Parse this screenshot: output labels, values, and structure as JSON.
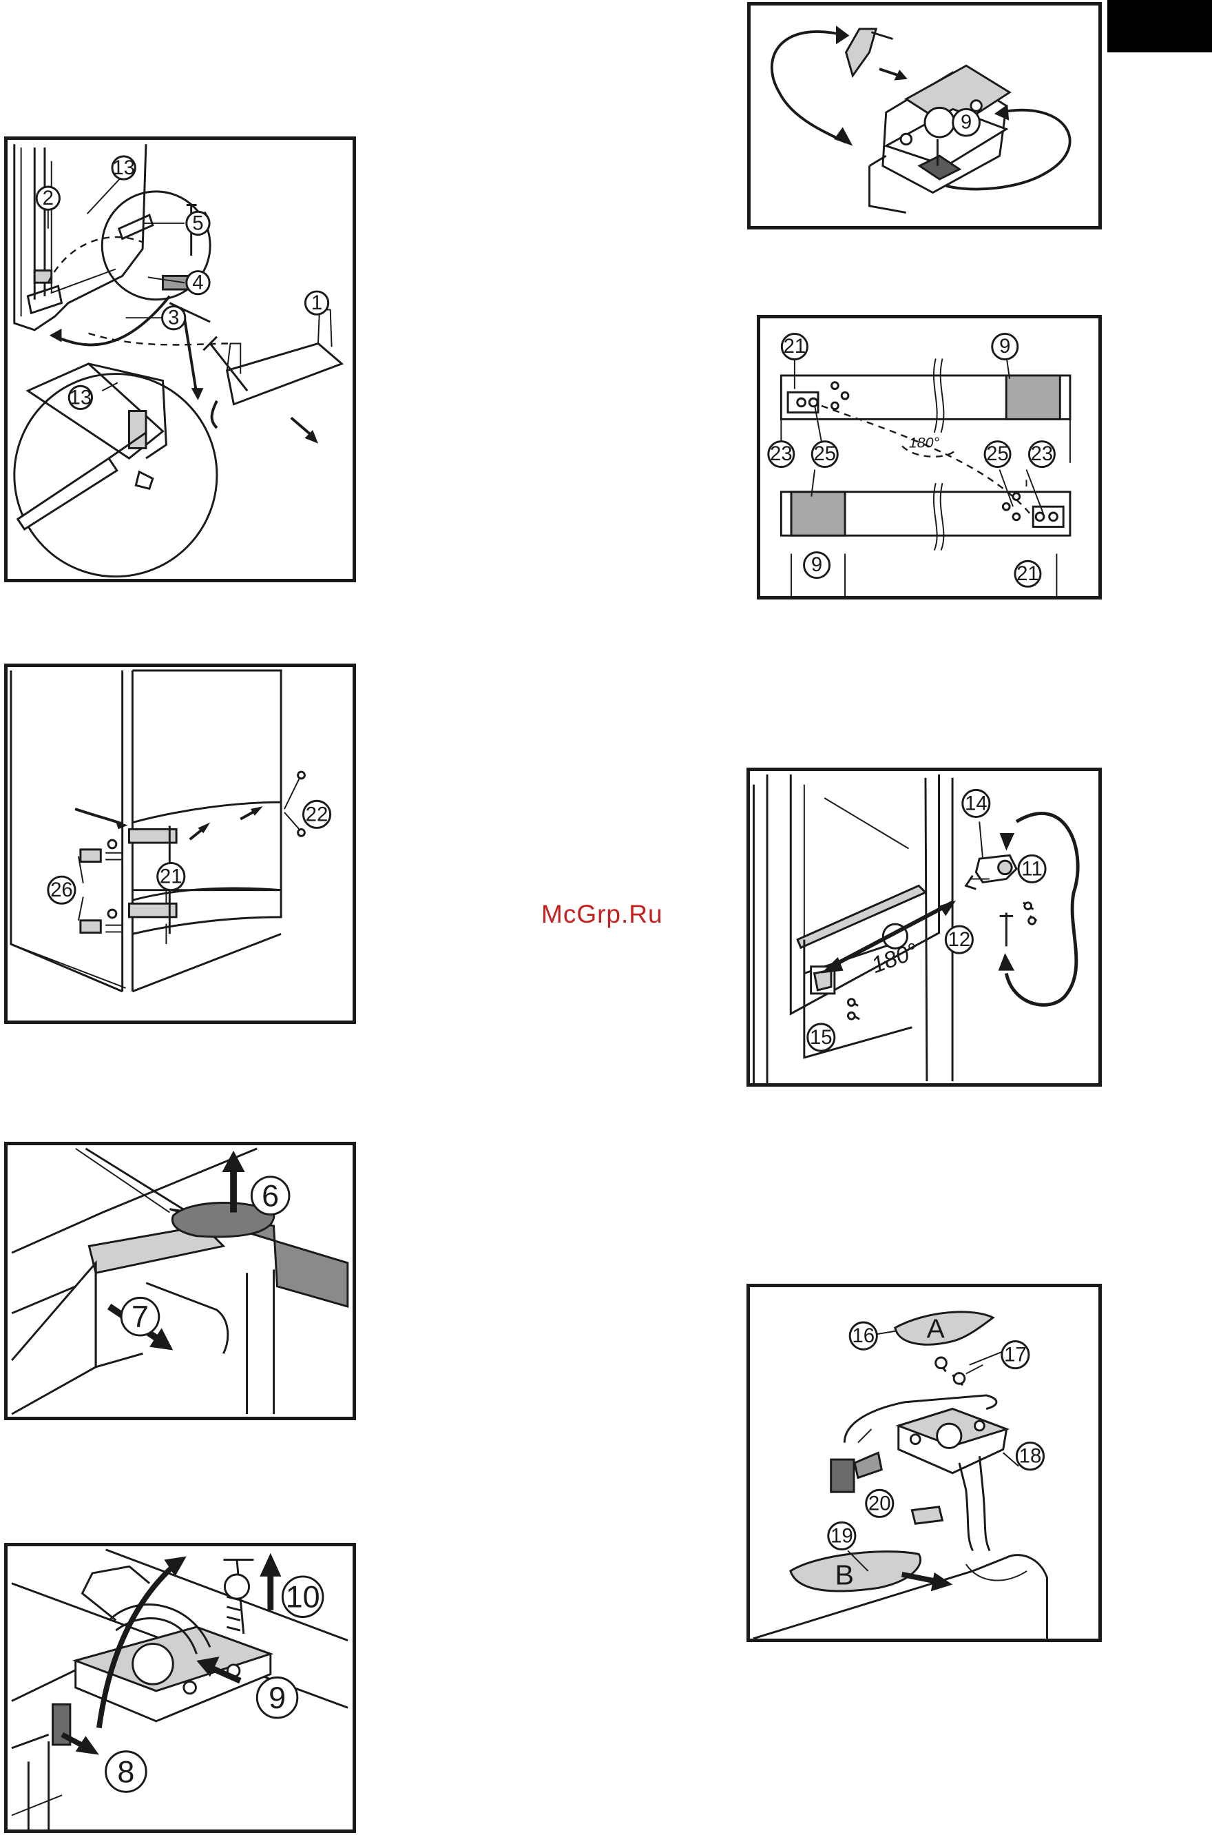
{
  "watermark": "McGrp.Ru",
  "accent_colors": {
    "watermark": "#c8201e",
    "tab": "#000000"
  },
  "figures": {
    "fig1": {
      "labels": [
        "13",
        "2",
        "5",
        "4",
        "3",
        "1",
        "13"
      ]
    },
    "fig2": {
      "labels": [
        "22",
        "21",
        "26"
      ]
    },
    "fig3": {
      "labels": [
        "6",
        "7"
      ]
    },
    "fig4": {
      "labels": [
        "10",
        "9",
        "8"
      ]
    },
    "fig5": {
      "labels": [
        "9"
      ]
    },
    "fig6": {
      "labels": [
        "21",
        "9",
        "23",
        "25",
        "25",
        "23",
        "9",
        "21"
      ],
      "rotation": "180°"
    },
    "fig7": {
      "labels": [
        "14",
        "11",
        "12",
        "15"
      ],
      "rotation": "180°"
    },
    "fig8": {
      "labels": [
        "16",
        "17",
        "18",
        "19",
        "20"
      ],
      "part_letters": [
        "A",
        "B"
      ]
    }
  }
}
